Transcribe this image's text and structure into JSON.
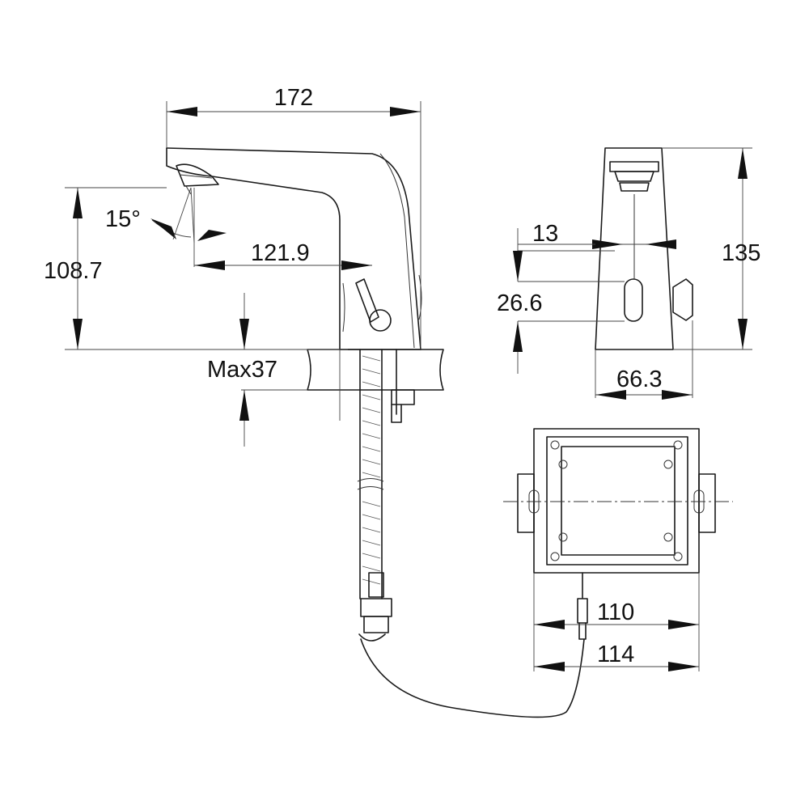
{
  "dimensions": {
    "width_total": "172",
    "spout_angle": "15°",
    "spout_height": "108.7",
    "spout_reach": "121.9",
    "max_deck_thickness": "Max37",
    "front_offset": "13",
    "sensor_height": "26.6",
    "body_height": "135",
    "base_diameter": "66.3",
    "box_inner_width": "110",
    "box_outer_width": "114"
  }
}
